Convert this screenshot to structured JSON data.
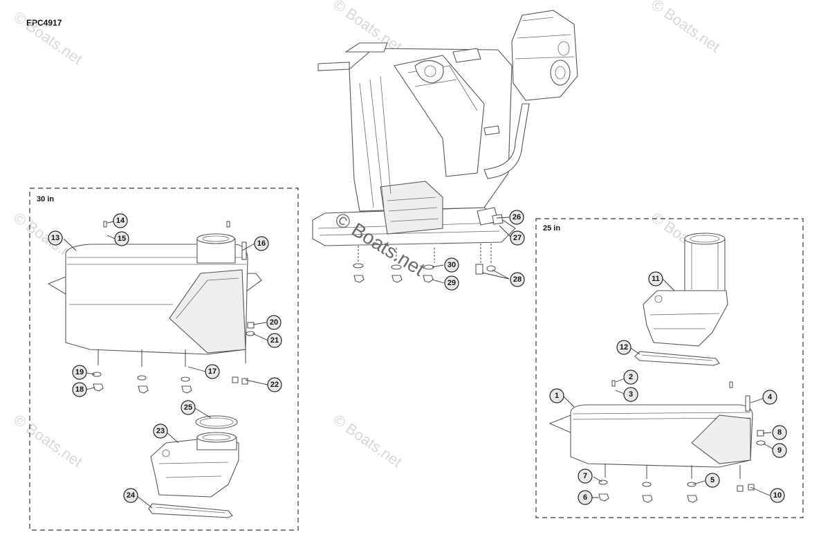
{
  "diagram_code": "EPC4917",
  "watermark_text": "© Boats.net",
  "groups": {
    "thirty_in": {
      "label": "30 in"
    },
    "twenty_five_in": {
      "label": "25 in"
    }
  },
  "callouts": [
    "1",
    "2",
    "3",
    "4",
    "5",
    "6",
    "7",
    "8",
    "9",
    "10",
    "11",
    "12",
    "13",
    "14",
    "15",
    "16",
    "17",
    "18",
    "19",
    "20",
    "21",
    "22",
    "23",
    "24",
    "25",
    "26",
    "27",
    "28",
    "29",
    "30"
  ]
}
